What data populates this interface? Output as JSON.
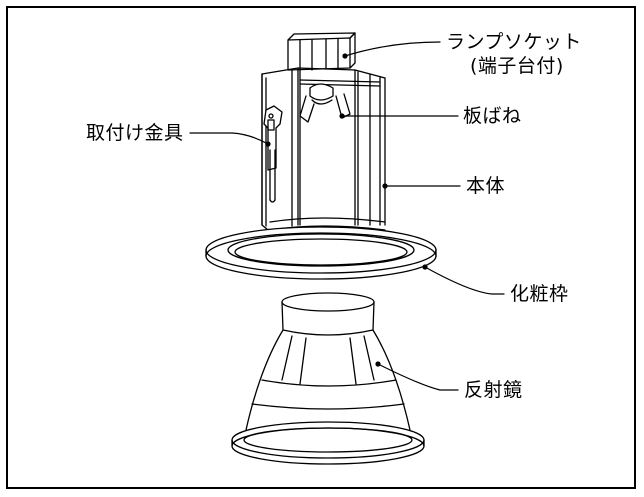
{
  "diagram": {
    "labels": {
      "lamp_socket_line1": "ランプソケット",
      "lamp_socket_line2": "(端子台付)",
      "mounting_bracket": "取付け金具",
      "leaf_spring": "板ばね",
      "body": "本体",
      "trim_frame": "化粧枠",
      "reflector": "反射鏡"
    }
  }
}
